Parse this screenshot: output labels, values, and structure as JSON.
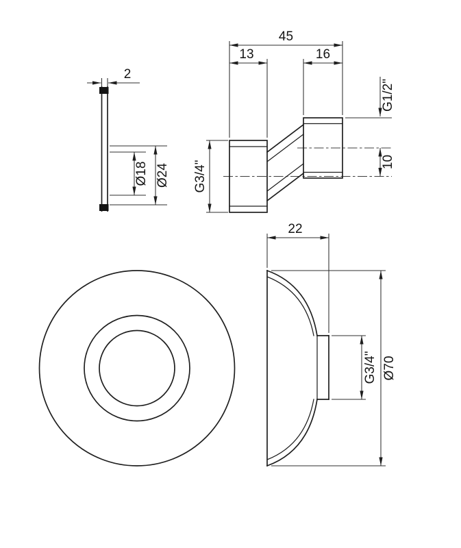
{
  "colors": {
    "line": "#1f1f1f",
    "background": "#ffffff"
  },
  "drawing": {
    "gasket_view": {
      "thickness": "2",
      "outer_diameter": "Ø24",
      "inner_diameter": "Ø18"
    },
    "union_view": {
      "overall_depth": "45",
      "nut_width": "13",
      "thread_length": "16",
      "outlet_thread": "G1/2\"",
      "axis_offset": "10",
      "inlet_thread": "G3/4\""
    },
    "escutcheon_view": {
      "depth": "22",
      "outer_diameter": "Ø70",
      "thread": "G3/4\""
    }
  }
}
